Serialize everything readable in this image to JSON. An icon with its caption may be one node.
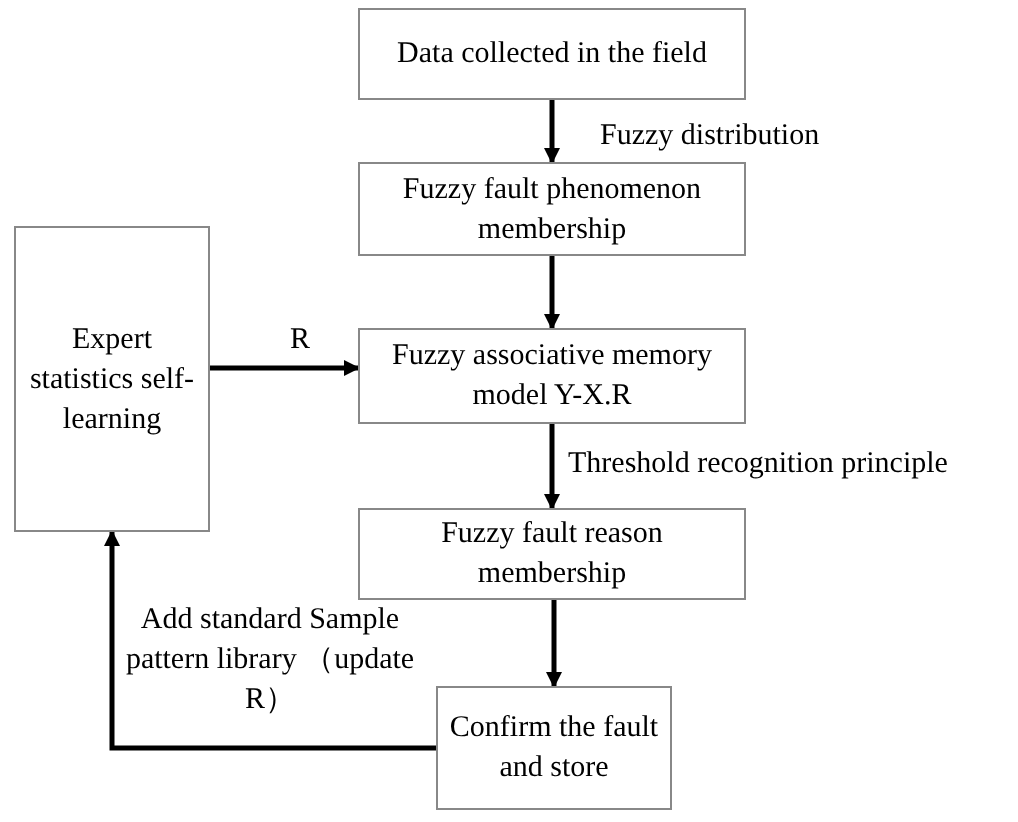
{
  "diagram": {
    "nodes": [
      {
        "text": [
          "Data collected in the field"
        ]
      },
      {
        "text": [
          "Fuzzy fault phenomenon membership"
        ]
      },
      {
        "text": [
          "Expert statistics self-learning"
        ]
      },
      {
        "text": [
          "Fuzzy associative memory model Y-X.R"
        ]
      },
      {
        "text": [
          "Fuzzy fault reason membership"
        ]
      },
      {
        "text": [
          "Confirm the fault and store"
        ]
      }
    ],
    "edges": [
      {
        "from": 0,
        "to": 1,
        "arrow": "to",
        "label": "Fuzzy distribution"
      },
      {
        "from": 1,
        "to": 3,
        "arrow": "to"
      },
      {
        "from": 2,
        "to": 3,
        "arrow": "to",
        "label": "R"
      },
      {
        "from": 3,
        "to": 4,
        "arrow": "to",
        "label": "Threshold recognition principle"
      },
      {
        "from": 4,
        "to": 5,
        "arrow": "to"
      },
      {
        "from": 5,
        "to": 2,
        "arrow": "to",
        "label": "Add standard Sample pattern library （update R）"
      }
    ]
  }
}
